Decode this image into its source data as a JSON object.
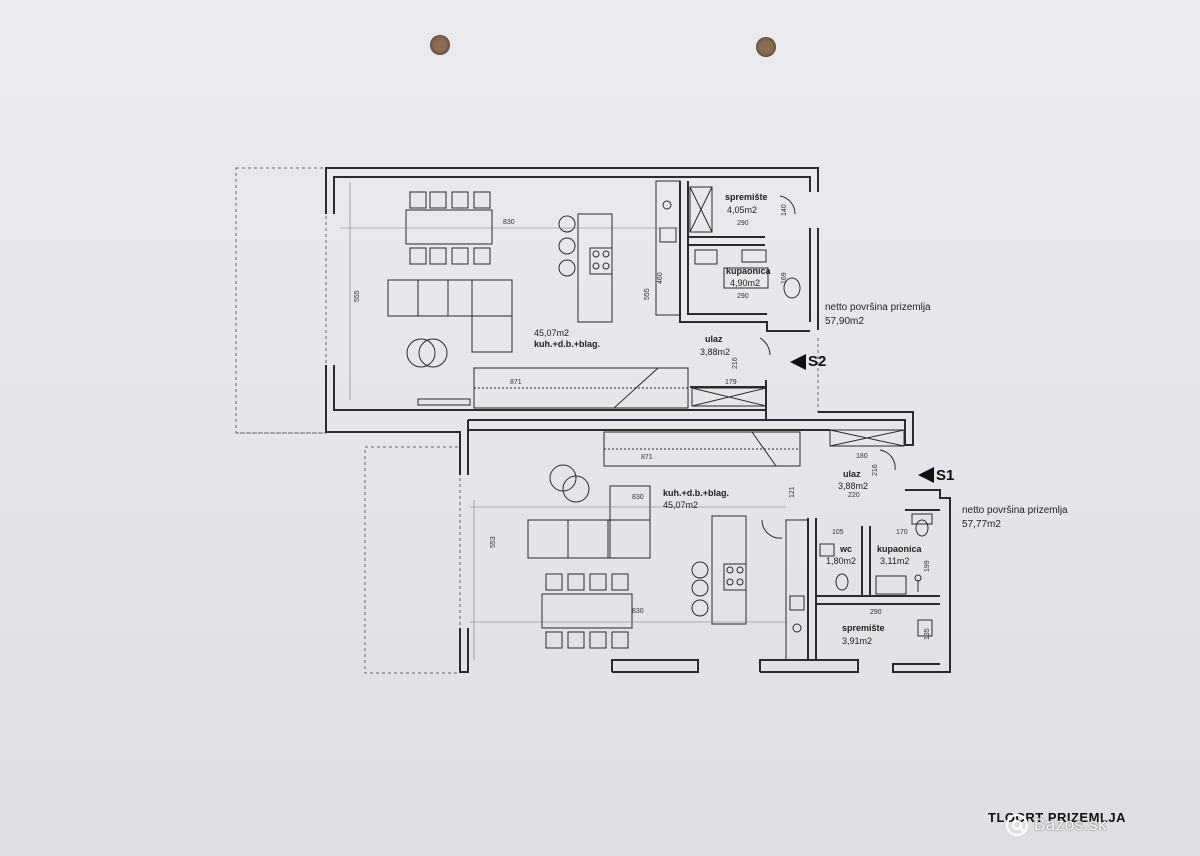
{
  "upper_unit": {
    "storage": {
      "name": "spremište",
      "area": "4,05m2"
    },
    "bathroom": {
      "name": "kupaonica",
      "area": "4,90m2"
    },
    "living": {
      "area": "45,07m2",
      "name": "kuh.+d.b.+blag."
    },
    "entrance": {
      "name": "ulaz",
      "area": "3,88m2"
    },
    "net_label": "netto površina prizemlja",
    "net_area": "57,90m2",
    "section": "S2",
    "dims": {
      "d830": "830",
      "d290a": "290",
      "d140": "140",
      "d290b": "290",
      "d555a": "555",
      "d555b": "555",
      "d460": "460",
      "d216": "216",
      "d179": "179",
      "d871": "871",
      "d169": "169"
    }
  },
  "lower_unit": {
    "living": {
      "name": "kuh.+d.b.+blag.",
      "area": "45,07m2"
    },
    "entrance": {
      "name": "ulaz",
      "area": "3,88m2"
    },
    "wc": {
      "name": "wc",
      "area": "1,80m2"
    },
    "bathroom": {
      "name": "kupaonica",
      "area": "3,11m2"
    },
    "storage": {
      "name": "spremište",
      "area": "3,91m2"
    },
    "net_label": "netto površina prizemlja",
    "net_area": "57,77m2",
    "section": "S1",
    "dims": {
      "d180": "180",
      "d220": "220",
      "d216": "216",
      "d121": "121",
      "d830a": "830",
      "d830b": "830",
      "d553": "553",
      "d871": "871",
      "d105": "105",
      "d170": "170",
      "d290": "290",
      "d135": "135",
      "d199": "199"
    }
  },
  "sheet_title": "TLOCRT PRIZEMLJA",
  "watermark": "Bazos.sk",
  "colors": {
    "paper": "#e8e7ec",
    "line": "#2b2b2b",
    "background": "#b9b2a9"
  },
  "icons": {
    "watermark": "at-icon",
    "section_marker": "triangle-left-icon"
  }
}
